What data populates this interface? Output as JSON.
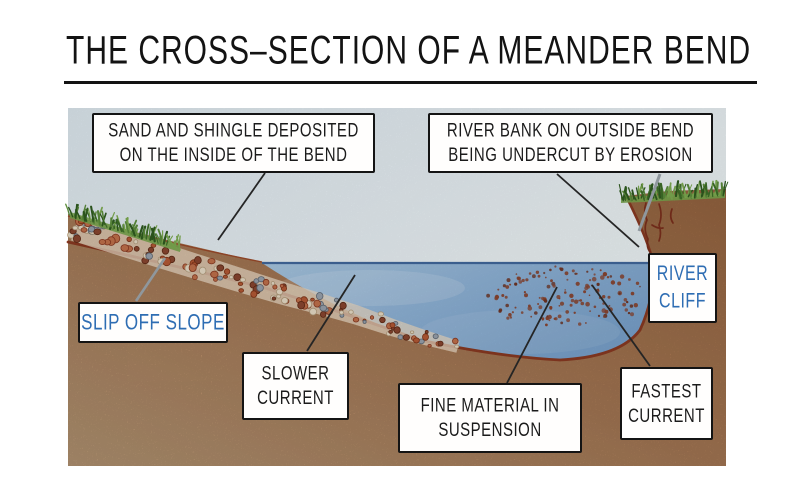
{
  "title": "THE CROSS–SECTION OF A MEANDER BEND",
  "diagram": {
    "labels": {
      "sand_shingle": {
        "line1": "SAND AND SHINGLE DEPOSITED",
        "line2": "ON THE INSIDE OF THE BEND"
      },
      "river_bank": {
        "line1": "RIVER BANK ON OUTSIDE BEND",
        "line2": "BEING UNDERCUT BY EROSION"
      },
      "river_cliff": {
        "line1": "RIVER",
        "line2": "CLIFF"
      },
      "slip_off_slope": {
        "line1": "SLIP OFF SLOPE"
      },
      "slower_current": {
        "line1": "SLOWER",
        "line2": "CURRENT"
      },
      "fine_material": {
        "line1": "FINE MATERIAL IN",
        "line2": "SUSPENSION"
      },
      "fastest_current": {
        "line1": "FASTEST",
        "line2": "CURRENT"
      }
    },
    "colors": {
      "label_blue": "#2e6db3",
      "box_border_black": "#141414",
      "sky_blue": "#e7eff4",
      "water_blue": "#86aed3",
      "water_surface_line": "#426a9e",
      "land_brown": "#c88f62",
      "bed_line_rust": "#8a3a22",
      "grass_green": "#5d8f3d",
      "suspension_dot_brown": "#8a4530"
    }
  }
}
